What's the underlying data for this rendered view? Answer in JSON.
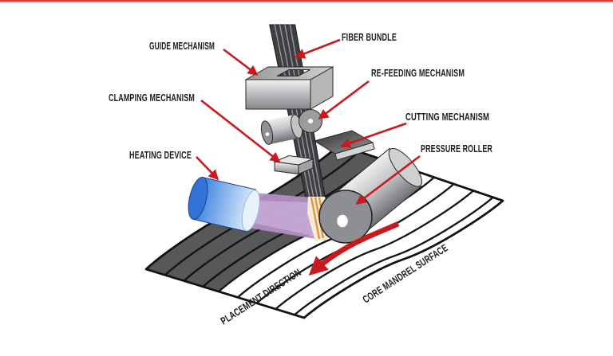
{
  "diagram": {
    "labels": {
      "guide": "GUIDE MECHANISM",
      "fiber_bundle": "FIBER BUNDLE",
      "refeeding": "RE-FEEDING MECHANISM",
      "clamping": "CLAMPING MECHANISM",
      "cutting": "CUTTING MECHANISM",
      "heating": "HEATING DEVICE",
      "pressure_roller": "PRESSURE ROLLER",
      "placement_direction": "PLACEMENT DIRECTION",
      "core_mandrel": "CORE MANDREL SURFACE"
    },
    "colors": {
      "annotation_arrow": "#c8191f",
      "label_text": "#1d1d1d",
      "heater_blue": "#3c82e2",
      "beam_purple": "#b58fc7",
      "glow_orange": "#e2903c",
      "laid_tape_gray": "#57585a",
      "top_border_red": "#e23b3b",
      "background": "#ffffff"
    }
  }
}
